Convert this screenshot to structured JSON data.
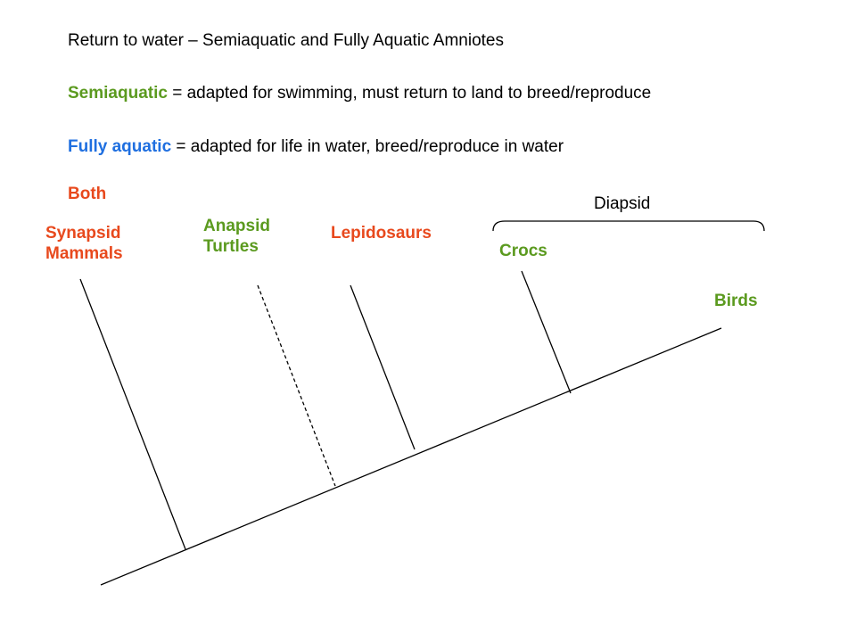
{
  "heading": {
    "title": "Return to water – Semiaquatic and Fully Aquatic Amniotes"
  },
  "definitions": {
    "semiaquatic_term": "Semiaquatic",
    "semiaquatic_text": " = adapted for swimming, must return to land to breed/reproduce",
    "fully_aquatic_term": "Fully aquatic",
    "fully_aquatic_text": " = adapted for life in water, breed/reproduce in water",
    "both_label": "Both"
  },
  "colors": {
    "semiaquatic": "#5b9a1f",
    "fully_aquatic": "#1f6fe0",
    "both": "#e8491d",
    "lines": "#000000"
  },
  "taxa": {
    "synapsid": {
      "line1": "Synapsid",
      "line2": "Mammals",
      "category": "both"
    },
    "anapsid": {
      "line1": "Anapsid",
      "line2": "Turtles",
      "category": "semiaquatic"
    },
    "lepidosaurs": {
      "label": "Lepidosaurs",
      "category": "both"
    },
    "crocs": {
      "label": "Crocs",
      "category": "semiaquatic"
    },
    "birds": {
      "label": "Birds",
      "category": "semiaquatic"
    }
  },
  "clade": {
    "diapsid": "Diapsid"
  }
}
